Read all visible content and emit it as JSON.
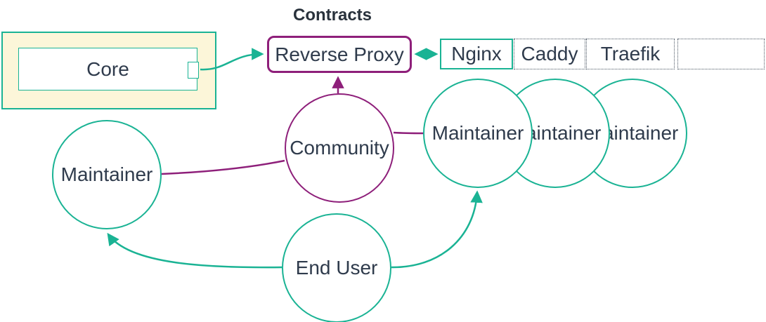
{
  "diagram": {
    "type": "flowchart",
    "title": "Contracts",
    "colors": {
      "teal": "#1ab394",
      "purple": "#8e1f7a",
      "text": "#2f3b4c",
      "title_text": "#29323c",
      "core_fill": "#fcf6d9",
      "dashed": "#4a5562",
      "background": "#ffffff"
    },
    "nodes": {
      "core": {
        "label": "Core",
        "shape": "subsystem-box-with-port"
      },
      "reverse_proxy": {
        "label": "Reverse Proxy",
        "shape": "rounded-rect"
      },
      "proxy_implementations": {
        "cells": [
          {
            "label": "Nginx",
            "border": "solid-teal"
          },
          {
            "label": "Caddy",
            "border": "dotted"
          },
          {
            "label": "Traefik",
            "border": "dotted"
          },
          {
            "label": "",
            "border": "dotted"
          }
        ]
      },
      "community": {
        "label": "Community",
        "shape": "circle"
      },
      "maintainer_left": {
        "label": "Maintainer",
        "shape": "circle"
      },
      "maintainers_right": [
        {
          "label": "Maintainer"
        },
        {
          "label": "Maintainer"
        },
        {
          "label": "Maintainer"
        }
      ],
      "end_user": {
        "label": "End User",
        "shape": "circle"
      }
    },
    "edges": [
      {
        "from": "core",
        "to": "reverse_proxy",
        "arrow": "end",
        "color": "teal"
      },
      {
        "from": "reverse_proxy",
        "to": "nginx_cell",
        "arrow": "both",
        "color": "teal"
      },
      {
        "from": "community",
        "to": "reverse_proxy",
        "arrow": "end",
        "color": "purple"
      },
      {
        "from": "maintainer_left",
        "to": "community",
        "arrow": "none",
        "color": "purple"
      },
      {
        "from": "community",
        "to": "maintainer_right_1",
        "arrow": "none",
        "color": "purple"
      },
      {
        "from": "end_user",
        "to": "maintainer_left",
        "arrow": "end",
        "color": "teal"
      },
      {
        "from": "end_user",
        "to": "maintainer_right_1",
        "arrow": "end",
        "color": "teal"
      }
    ]
  }
}
